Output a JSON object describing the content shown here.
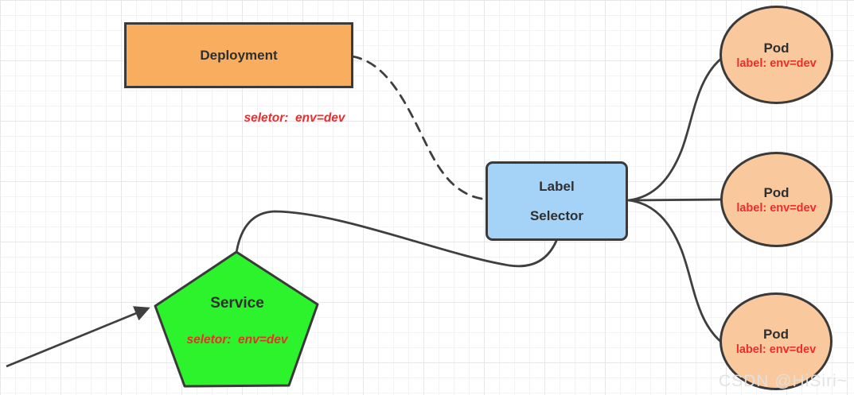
{
  "nodes": {
    "deployment": {
      "label": "Deployment",
      "selector_text": "seletor:  env=dev",
      "fill": "#f9ae5f"
    },
    "label_selector": {
      "line1": "Label",
      "line2": "Selector",
      "fill": "#a5d2f7"
    },
    "service": {
      "label": "Service",
      "selector_text": "seletor:  env=dev",
      "fill": "#2df32d"
    },
    "pods": [
      {
        "label": "Pod",
        "sublabel": "label: env=dev"
      },
      {
        "label": "Pod",
        "sublabel": "label: env=dev"
      },
      {
        "label": "Pod",
        "sublabel": "label: env=dev"
      }
    ],
    "pod_fill": "#f9c99d"
  },
  "colors": {
    "accent_red": "#f12b2b",
    "line": "#3f3f3f",
    "border": "#3a3a3a",
    "grid_minor": "#f3f3f5",
    "grid_major": "#e7e7ea"
  },
  "watermark": {
    "text": "CSDN @HiSiri~"
  }
}
